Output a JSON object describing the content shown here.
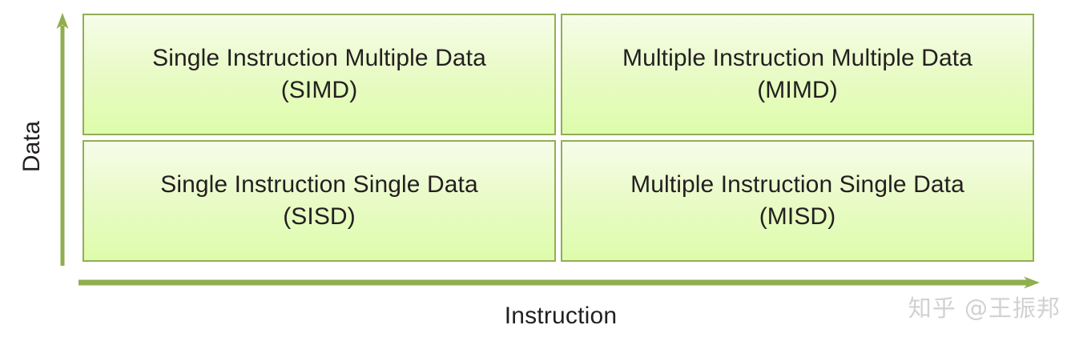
{
  "axes": {
    "y_label": "Data",
    "x_label": "Instruction",
    "axis_color": "#8fae4f",
    "y_arrow_icon": "up-arrow-icon",
    "x_arrow_icon": "right-arrow-icon"
  },
  "matrix": {
    "border_color": "#93ad56",
    "fill_top_color": "#f6fcea",
    "fill_bottom_color": "#ddfcab",
    "text_color": "#231f20",
    "cells": [
      {
        "id": "simd",
        "title": "Single Instruction Multiple Data",
        "acronym": "(SIMD)",
        "row": "top",
        "column": "left"
      },
      {
        "id": "mimd",
        "title": "Multiple Instruction Multiple Data",
        "acronym": "(MIMD)",
        "row": "top",
        "column": "right"
      },
      {
        "id": "sisd",
        "title": "Single Instruction Single Data",
        "acronym": "(SISD)",
        "row": "bottom",
        "column": "left"
      },
      {
        "id": "misd",
        "title": "Multiple Instruction Single Data",
        "acronym": "(MISD)",
        "row": "bottom",
        "column": "right"
      }
    ]
  },
  "watermark": {
    "text": "知乎 @王振邦"
  }
}
